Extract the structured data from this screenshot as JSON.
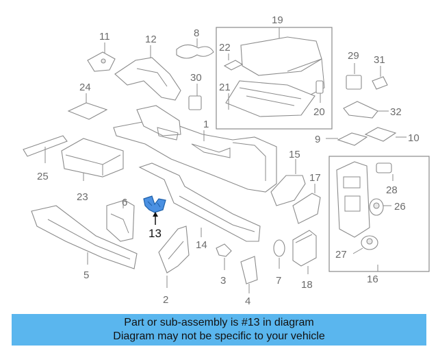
{
  "callouts": {
    "n1": "1",
    "n2": "2",
    "n3": "3",
    "n4": "4",
    "n5": "5",
    "n6": "6",
    "n7": "7",
    "n8": "8",
    "n9": "9",
    "n10": "10",
    "n11": "11",
    "n12": "12",
    "n13": "13",
    "n14": "14",
    "n15": "15",
    "n16": "16",
    "n17": "17",
    "n18": "18",
    "n19": "19",
    "n20": "20",
    "n21": "21",
    "n22": "22",
    "n23": "23",
    "n24": "24",
    "n25": "25",
    "n26": "26",
    "n27": "27",
    "n28": "28",
    "n29": "29",
    "n30": "30",
    "n31": "31",
    "n32": "32"
  },
  "highlight": {
    "part_number": "13",
    "color": "#4a90e2"
  },
  "banner": {
    "line1": "Part or sub-assembly is #13 in diagram",
    "line2": "Diagram may not be specific to your vehicle",
    "background": "#5ab6ee"
  }
}
